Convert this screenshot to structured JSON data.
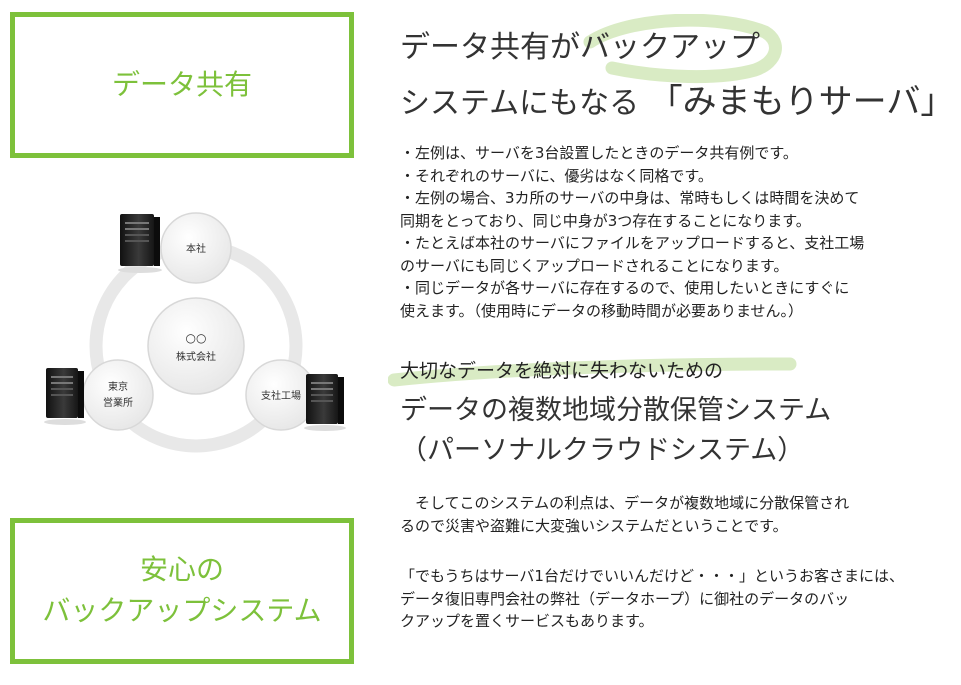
{
  "colors": {
    "accent": "#7dc13b",
    "highlight": "#d9ebc4",
    "ring": "#e8e8e8"
  },
  "left_top_box": {
    "label": "データ共有"
  },
  "left_bottom_box": {
    "line1": "安心の",
    "line2": "バックアップシステム"
  },
  "headline": {
    "line1": "データ共有がバックアップ",
    "line2_prefix": "システムにもなる",
    "line2_emphasis": "「みまもりサーバ」"
  },
  "bullets": [
    "・左例は、サーバを3台設置したときのデータ共有例です。",
    "・それぞれのサーバに、優劣はなく同格です。",
    "・左例の場合、3カ所のサーバの中身は、常時もしくは時間を決めて",
    "同期をとっており、同じ中身が3つ存在することになります。",
    "・たとえば本社のサーバにファイルをアップロードすると、支社工場",
    "のサーバにも同じくアップロードされることになります。",
    "・同じデータが各サーバに存在するので、使用したいときにすぐに",
    "使えます。（使用時にデータの移動時間が必要ありません。）"
  ],
  "section2": {
    "subheading": "大切なデータを絶対に失わないための",
    "title_line1": "データの複数地域分散保管システム",
    "title_line2": "（パーソナルクラウドシステム）",
    "para1_line1": "　そしてこのシステムの利点は、データが複数地域に分散保管され",
    "para1_line2": "るので災害や盗難に大変強いシステムだということです。",
    "para2_line1": "「でもうちはサーバ1台だけでいいんだけど・・・」というお客さまには、",
    "para2_line2": "データ復旧専門会社の弊社（データホープ）に御社のデータのバッ",
    "para2_line3": "クアップを置くサービスもあります。"
  },
  "diagram": {
    "center_line1": "○○",
    "center_line2": "株式会社",
    "node_top": "本社",
    "node_left_line1": "東京",
    "node_left_line2": "営業所",
    "node_right": "支社工場"
  }
}
